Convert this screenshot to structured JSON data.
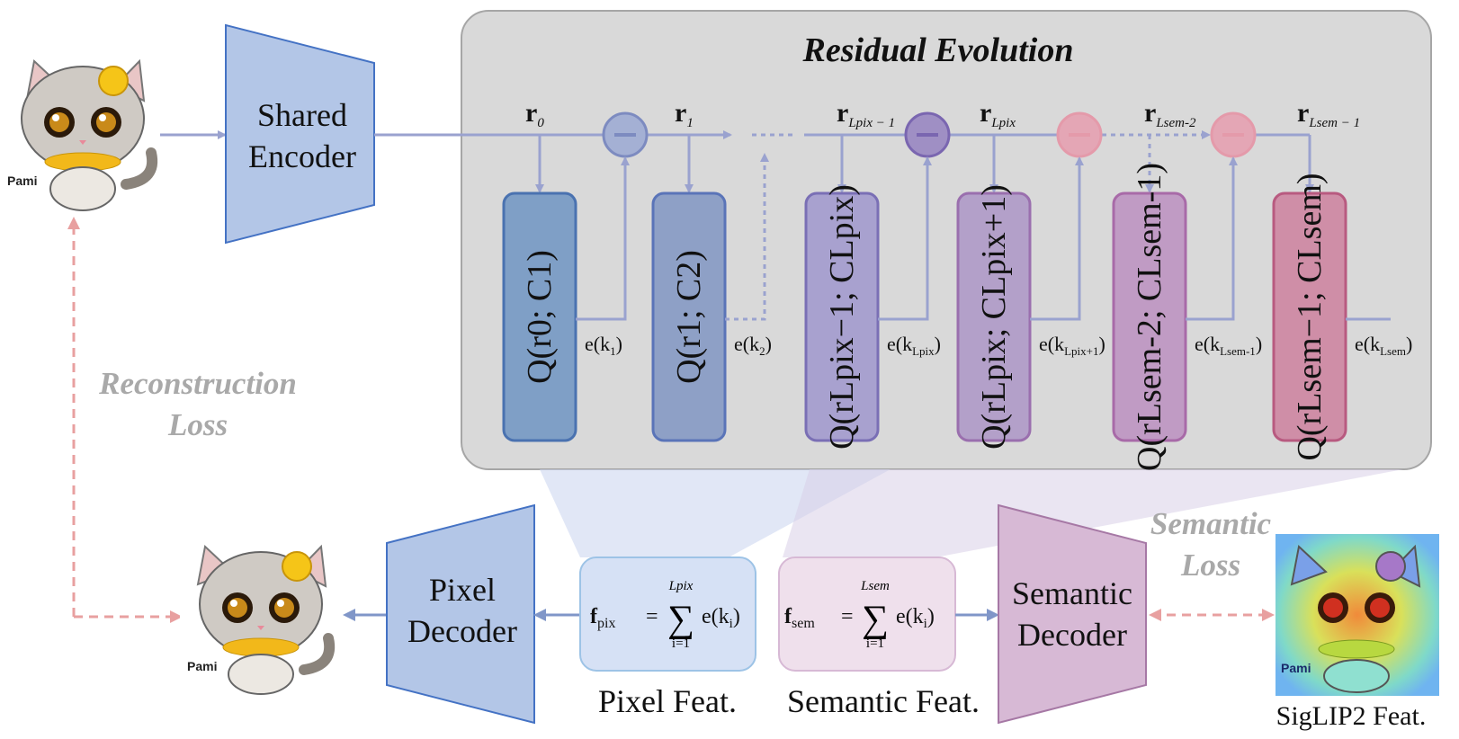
{
  "title": "Residual Evolution",
  "encoder": {
    "line1": "Shared",
    "line2": "Encoder"
  },
  "pixel_decoder": {
    "line1": "Pixel",
    "line2": "Decoder"
  },
  "semantic_decoder": {
    "line1": "Semantic",
    "line2": "Decoder"
  },
  "losses": {
    "reconstruction_line1": "Reconstruction",
    "reconstruction_line2": "Loss",
    "semantic_line1": "Semantic",
    "semantic_line2": "Loss"
  },
  "captions": {
    "pixel_feat": "Pixel Feat.",
    "semantic_feat": "Semantic Feat.",
    "siglip_feat": "SigLIP2 Feat."
  },
  "image_labels": {
    "input": "Pami",
    "output": "Pami",
    "siglip": "Pami"
  },
  "residuals": [
    {
      "main": "r",
      "sub": "0"
    },
    {
      "main": "r",
      "sub": "1"
    },
    {
      "main": "r",
      "sub": "Lpix − 1"
    },
    {
      "main": "r",
      "sub": "Lpix"
    },
    {
      "main": "r",
      "sub": "Lsem-2"
    },
    {
      "main": "r",
      "sub": "Lsem − 1"
    }
  ],
  "quantizers": [
    {
      "text": "Q(r0; C1)"
    },
    {
      "text": "Q(r1; C2)"
    },
    {
      "text": "Q(rLpix−1; CLpix)"
    },
    {
      "text": "Q(rLpix; CLpix+1)"
    },
    {
      "text": "Q(rLsem-2; CLsem-1)"
    },
    {
      "text": "Q(rLsem−1; CLsem)"
    }
  ],
  "embeddings": [
    {
      "main": "e(k",
      "sub": "1",
      "close": ")"
    },
    {
      "main": "e(k",
      "sub": "2",
      "close": ")"
    },
    {
      "main": "e(k",
      "sub": "Lpix",
      "close": ")"
    },
    {
      "main": "e(k",
      "sub": "Lpix+1",
      "close": ")"
    },
    {
      "main": "e(k",
      "sub": "Lsem-1",
      "close": ")"
    },
    {
      "main": "e(k",
      "sub": "Lsem",
      "close": ")"
    }
  ],
  "formulas": {
    "pix": {
      "lhs": "f",
      "lhs_sub": "pix",
      "upper": "Lpix",
      "lower": "i=1",
      "term": "e(k",
      "term_sub": "i",
      "term_close": ")"
    },
    "sem": {
      "lhs": "f",
      "lhs_sub": "sem",
      "upper": "Lsem",
      "lower": "i=1",
      "term": "e(k",
      "term_sub": "i",
      "term_close": ")"
    }
  },
  "colors": {
    "panel": "#d9d9d9",
    "encoder": "#b3c6e7",
    "pixel_decoder": "#b3c6e7",
    "semantic_decoder": "#d7b9d5",
    "q1": "#7f9fc6",
    "q2": "#8ea0c6",
    "q3": "#a8a1cf",
    "q4": "#b3a0c9",
    "q5": "#c09bc4",
    "q6": "#cf8ea7",
    "loss_arrow": "#e8a0a0",
    "flow": "#9aa2cf"
  }
}
